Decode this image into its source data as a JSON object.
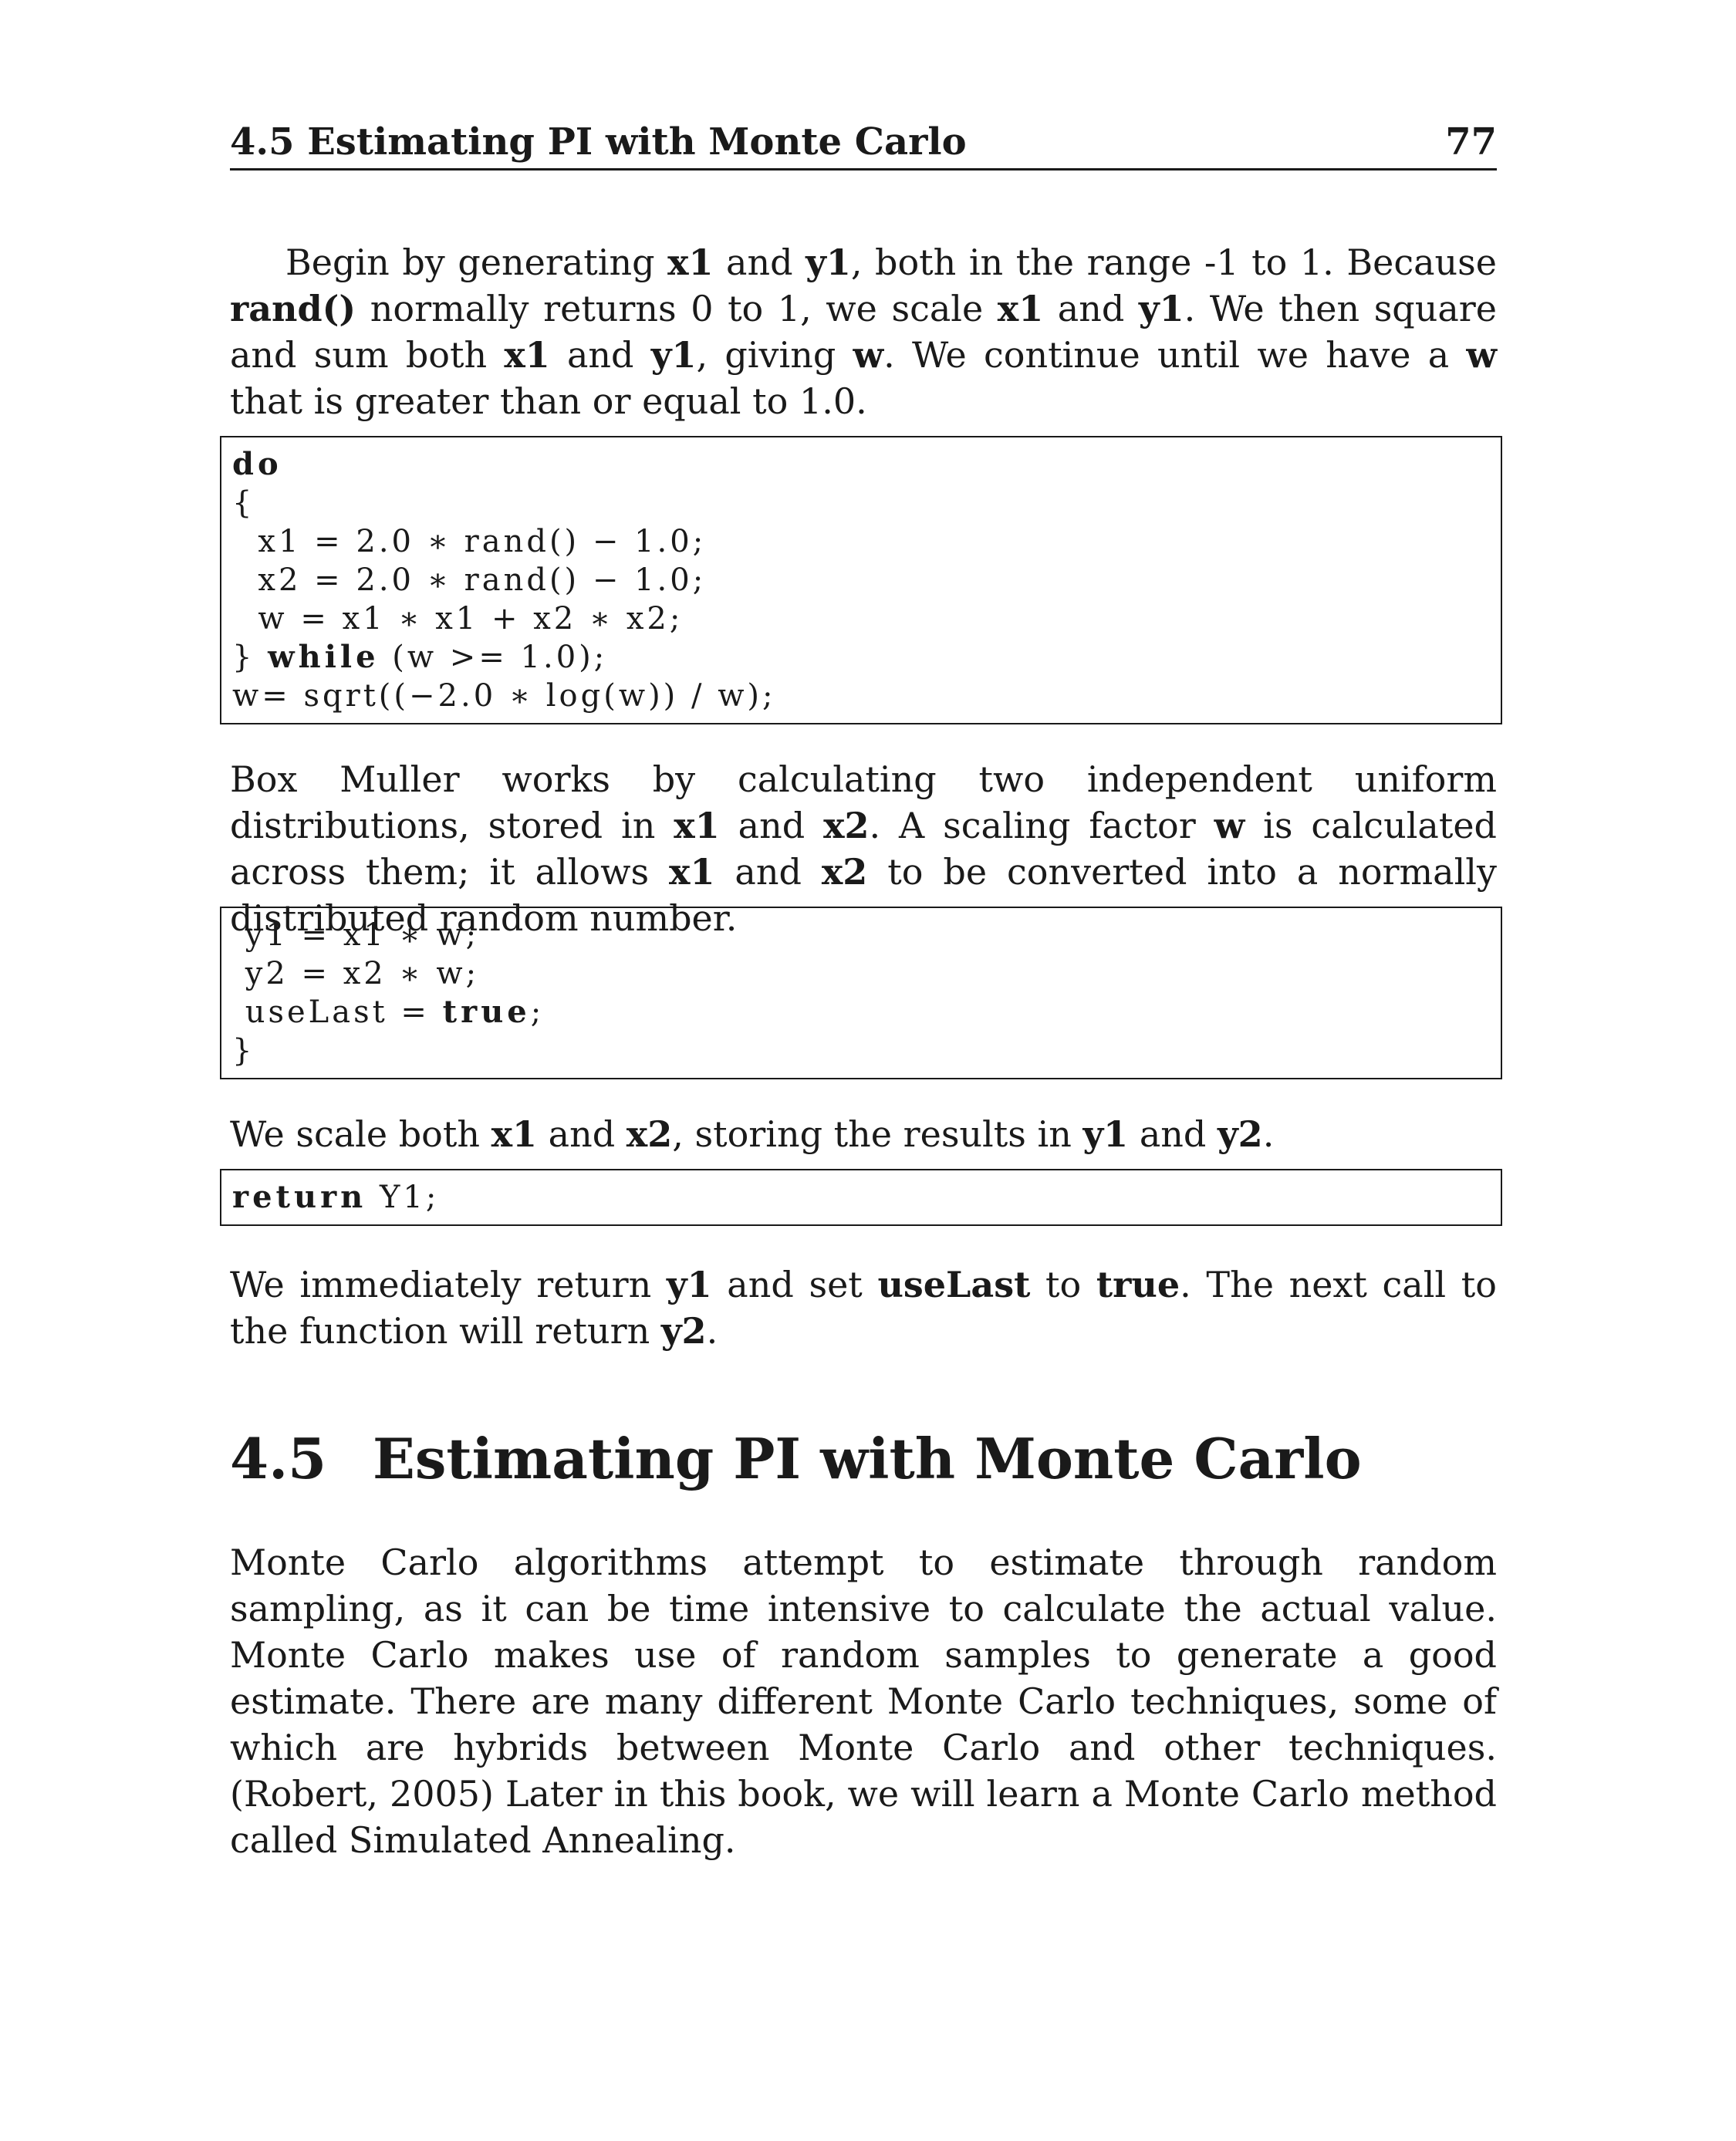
{
  "header": {
    "title": "4.5 Estimating PI with Monte Carlo",
    "page_number": "77"
  },
  "para1": {
    "t1": "Begin by generating ",
    "x1": "x1",
    "t2": " and ",
    "y1": "y1",
    "t3": ", both in the range -1 to 1. Because ",
    "rand": "rand()",
    "t4": " normally returns 0 to 1, we scale ",
    "x1b": "x1",
    "t5": " and ",
    "y1b": "y1",
    "t6": ". We then square and sum both ",
    "x1c": "x1",
    "t7": " and ",
    "y1c": "y1",
    "t8": ", giving ",
    "w": "w",
    "t9": ". We continue until we have a ",
    "w2": "w",
    "t10": " that is greater than or equal to 1.0."
  },
  "code1": {
    "l1_kw": "do",
    "l2": "{",
    "l3": "  x1 = 2.0 ∗ rand() − 1.0;",
    "l4": "  x2 = 2.0 ∗ rand() − 1.0;",
    "l5": "  w = x1 ∗ x1 + x2 ∗ x2;",
    "l6_a": "} ",
    "l6_kw": "while",
    "l6_b": " (w >= 1.0);",
    "l7": "w= sqrt((−2.0 ∗ log(w)) / w);"
  },
  "para2": {
    "t1": "Box Muller works by calculating two independent uniform distributions, stored in ",
    "x1": "x1",
    "t2": " and ",
    "x2": "x2",
    "t3": ". A scaling factor ",
    "w": "w",
    "t4": " is calculated across them; it allows ",
    "x1b": "x1",
    "t5": " and ",
    "x2b": "x2",
    "t6": " to be converted into a normally distributed random number."
  },
  "code2": {
    "l1": " y1 = x1 ∗ w;",
    "l2": " y2 = x2 ∗ w;",
    "l3_a": " useLast = ",
    "l3_kw": "true",
    "l3_b": ";",
    "l4": "}"
  },
  "para3": {
    "t1": "We scale both ",
    "x1": "x1",
    "t2": " and ",
    "x2": "x2",
    "t3": ", storing the results in ",
    "y1": "y1",
    "t4": " and ",
    "y2": "y2",
    "t5": "."
  },
  "code3": {
    "l1_kw": "return",
    "l1_b": " Y1;"
  },
  "para4": {
    "t1": "We immediately return ",
    "y1": "y1",
    "t2": " and set ",
    "uselast": "useLast",
    "t3": " to ",
    "true": "true",
    "t4": ". The next call to the function will return ",
    "y2": "y2",
    "t5": "."
  },
  "section": {
    "number": "4.5",
    "title": "Estimating PI with Monte Carlo"
  },
  "para5": "Monte Carlo algorithms attempt to estimate through random sampling, as it can be time intensive to calculate the actual value. Monte Carlo makes use of random samples to generate a good estimate. There are many different Monte Carlo techniques, some of which are hybrids between Monte Carlo and other techniques. (Robert, 2005) Later in this book, we will learn a Monte Carlo method called Simulated Annealing."
}
